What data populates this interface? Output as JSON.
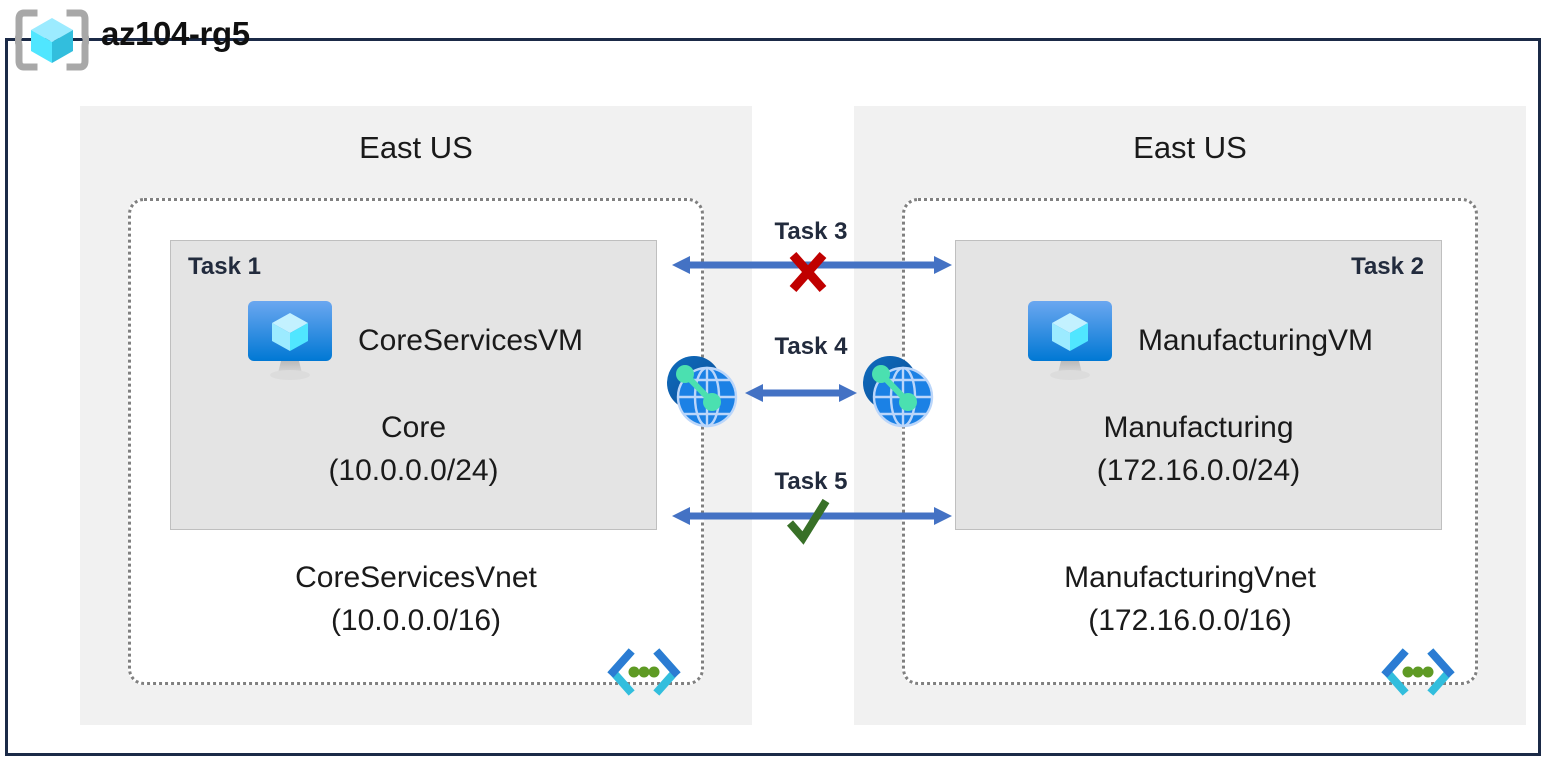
{
  "resource_group": {
    "name": "az104-rg5",
    "icon": "resource-group-cube-icon"
  },
  "regions": [
    {
      "id": "left",
      "label": "East US"
    },
    {
      "id": "right",
      "label": "East US"
    }
  ],
  "vnets": [
    {
      "id": "core",
      "name": "CoreServicesVnet",
      "address_space": "(10.0.0.0/16)",
      "icon": "vnet-chevron-icon",
      "subnet": {
        "task_tag": "Task 1",
        "task_tag_align": "left",
        "vm_name": "CoreServicesVM",
        "vm_icon": "virtual-machine-icon",
        "name": "Core",
        "address_prefix": "(10.0.0.0/24)"
      }
    },
    {
      "id": "manufacturing",
      "name": "ManufacturingVnet",
      "address_space": "(172.16.0.0/16)",
      "icon": "vnet-chevron-icon",
      "subnet": {
        "task_tag": "Task 2",
        "task_tag_align": "right",
        "vm_name": "ManufacturingVM",
        "vm_icon": "virtual-machine-icon",
        "name": "Manufacturing",
        "address_prefix": "(172.16.0.0/24)"
      }
    }
  ],
  "connections": [
    {
      "id": "task3",
      "label": "Task 3",
      "marker": "red-x-icon",
      "status": "blocked"
    },
    {
      "id": "task4",
      "label": "Task 4",
      "marker": "peering-icon",
      "status": "peered"
    },
    {
      "id": "task5",
      "label": "Task 5",
      "marker": "green-check-icon",
      "status": "allowed"
    }
  ],
  "colors": {
    "frame_border": "#1B2A47",
    "region_bg": "#F1F1F1",
    "subnet_bg": "#E4E4E4",
    "vnet_border": "#808080",
    "arrow_blue": "#4472C4",
    "azure_blue": "#0078D4",
    "cube_cyan": "#32BEDD",
    "mark_red": "#C00000",
    "mark_green": "#387027",
    "task_text": "#222B3D",
    "vnet_dot_green": "#5E9A24"
  }
}
